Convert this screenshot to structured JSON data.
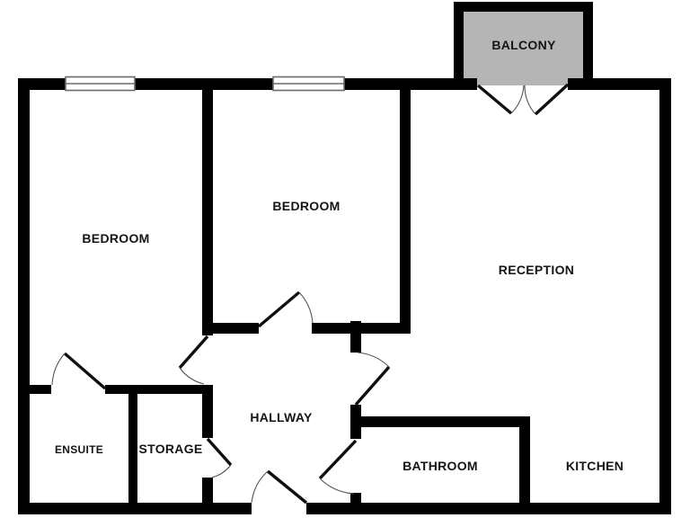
{
  "colors": {
    "wall": "#000000",
    "balcony_fill": "#b5b5b5",
    "window_frame": "#6b6b6b",
    "door_swing": "#555555",
    "label": "#151515",
    "background": "#ffffff"
  },
  "rooms": {
    "balcony": "BALCONY",
    "bedroom_left": "BEDROOM",
    "bedroom_middle": "BEDROOM",
    "reception": "RECEPTION",
    "ensuite": "ENSUITE",
    "storage": "STORAGE",
    "hallway": "HALLWAY",
    "bathroom": "BATHROOM",
    "kitchen": "KITCHEN"
  }
}
